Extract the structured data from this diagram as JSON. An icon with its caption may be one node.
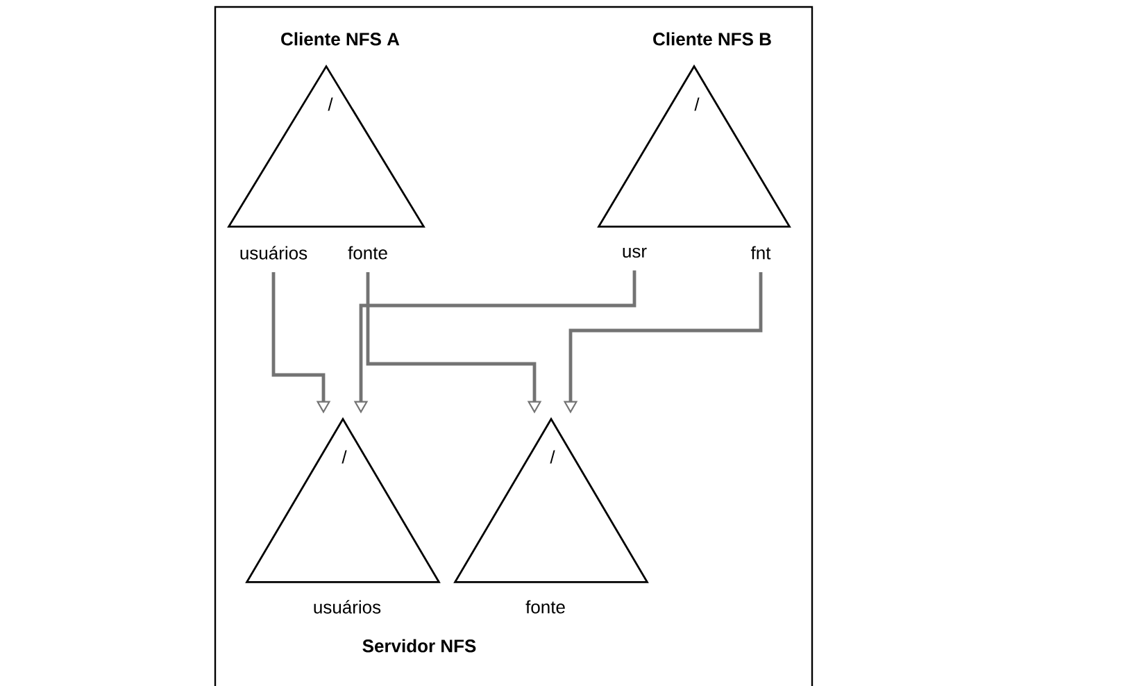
{
  "diagram": {
    "nodes": [
      {
        "text": [
          "Cliente NFS A",
          "/"
        ]
      },
      {
        "text": [
          "usuários"
        ]
      },
      {
        "text": [
          "fonte"
        ]
      },
      {
        "text": [
          "Cliente NFS B",
          "/"
        ]
      },
      {
        "text": [
          "usr"
        ]
      },
      {
        "text": [
          "fnt"
        ]
      },
      {
        "text": [
          "/",
          "usuários"
        ]
      },
      {
        "text": [
          "/",
          "fonte"
        ]
      }
    ],
    "edges": [
      {
        "from": 1,
        "to": 6,
        "arrow": "to"
      },
      {
        "from": 4,
        "to": 6,
        "arrow": "to"
      },
      {
        "from": 2,
        "to": 7,
        "arrow": "to"
      },
      {
        "from": 5,
        "to": 7,
        "arrow": "to"
      }
    ],
    "labels": [
      "Servidor NFS"
    ]
  }
}
